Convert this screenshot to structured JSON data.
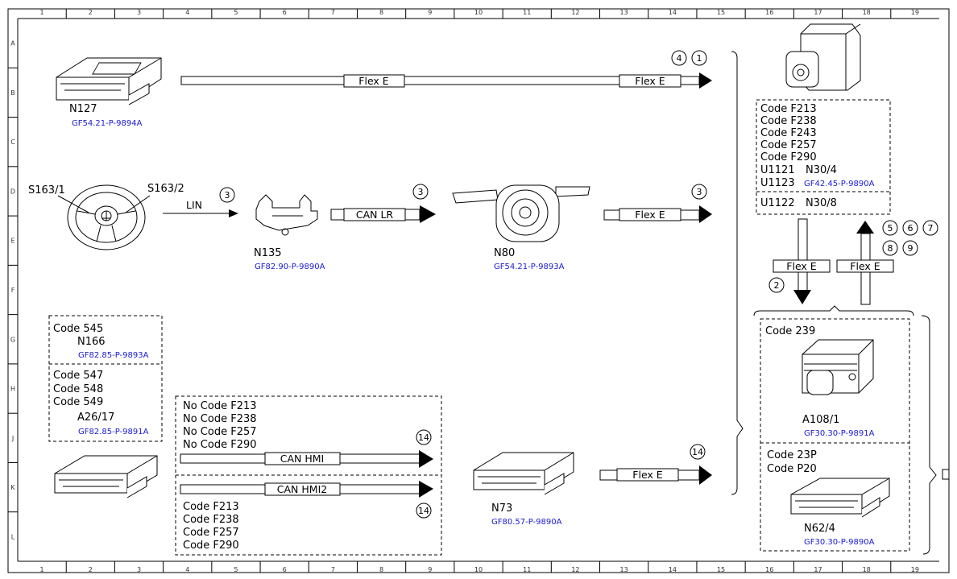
{
  "grid": {
    "columns": [
      "1",
      "2",
      "3",
      "4",
      "5",
      "6",
      "7",
      "8",
      "9",
      "10",
      "11",
      "12",
      "13",
      "14",
      "15",
      "16",
      "17",
      "18",
      "19"
    ],
    "rows": [
      "A",
      "B",
      "C",
      "D",
      "E",
      "F",
      "G",
      "H",
      "J",
      "K",
      "L"
    ]
  },
  "components": {
    "n127": {
      "label": "N127",
      "ref": "GF54.21-P-9894A"
    },
    "s163_1": {
      "label": "S163/1"
    },
    "s163_2": {
      "label": "S163/2"
    },
    "n135": {
      "label": "N135",
      "ref": "GF82.90-P-9890A"
    },
    "n80": {
      "label": "N80",
      "ref": "GF54.21-P-9893A"
    },
    "n73": {
      "label": "N73",
      "ref": "GF80.57-P-9890A"
    },
    "a108_1": {
      "label": "A108/1",
      "ref": "GF30.30-P-9891A"
    },
    "n62_4": {
      "label": "N62/4",
      "ref": "GF30.30-P-9890A"
    }
  },
  "box_a26": {
    "code545": "Code 545",
    "n166": "N166",
    "n166_ref": "GF82.85-P-9893A",
    "codes": [
      "Code 547",
      "Code 548",
      "Code 549"
    ],
    "a26_17": "A26/17",
    "a26_ref": "GF82.85-P-9891A"
  },
  "box_top_right": {
    "codes": [
      "Code F213",
      "Code F238",
      "Code F243",
      "Code F257",
      "Code F290"
    ],
    "u1121": "U1121",
    "u1121_unit": "N30/4",
    "u1123": "U1123",
    "u1123_ref": "GF42.45-P-9890A",
    "u1122": "U1122",
    "u1122_unit": "N30/8"
  },
  "box_hmi": {
    "no_codes": [
      "No Code F213",
      "No Code F238",
      "No Code F257",
      "No Code F290"
    ],
    "codes": [
      "Code F213",
      "Code F238",
      "Code F257",
      "Code F290"
    ]
  },
  "box_bottom_right": {
    "code239": "Code 239",
    "code23p": "Code 23P",
    "codep20": "Code P20"
  },
  "connections": {
    "flex_e": "Flex E",
    "lin": "LIN",
    "can_lr": "CAN LR",
    "can_hmi": "CAN HMI",
    "can_hmi2": "CAN HMI2"
  },
  "markers": {
    "n4": "4",
    "n1": "1",
    "n3": "3",
    "n2": "2",
    "n5": "5",
    "n6": "6",
    "n7": "7",
    "n8": "8",
    "n9": "9",
    "n14": "14"
  }
}
